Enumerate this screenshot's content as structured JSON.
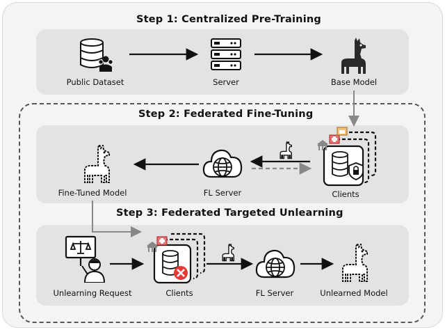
{
  "step1": {
    "title": "Step 1: Centralized Pre-Training",
    "nodes": [
      "Public Dataset",
      "Server",
      "Base Model"
    ]
  },
  "step2": {
    "title": "Step 2: Federated Fine-Tuning",
    "nodes": [
      "Fine-Tuned Model",
      "FL Server",
      "Clients"
    ]
  },
  "step3": {
    "title": "Step 3: Federated Targeted Unlearning",
    "nodes": [
      "Unlearning Request",
      "Clients",
      "FL Server",
      "Unlearned Model"
    ]
  },
  "colors": {
    "panel": "#f4f4f4",
    "band": "#e3e3e3",
    "arrow": "#111111",
    "connector": "#888888",
    "cancel": "#e53935",
    "llama": "#2a2a2a"
  }
}
